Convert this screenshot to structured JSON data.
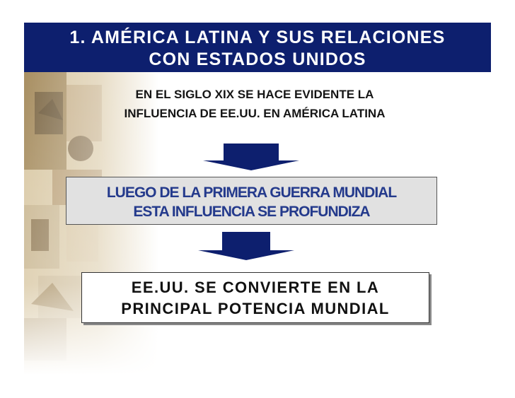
{
  "slide": {
    "title_line1": "1. AMÉRICA LATINA Y SUS RELACIONES",
    "title_line2": "CON ESTADOS UNIDOS",
    "intro_line1": "EN EL SIGLO XIX SE HACE EVIDENTE LA",
    "intro_line2": "INFLUENCIA DE EE.UU. EN AMÉRICA LATINA",
    "box1_line1": "LUEGO DE LA PRIMERA GUERRA MUNDIAL",
    "box1_line2": "ESTA INFLUENCIA SE PROFUNDIZA",
    "box2_line1": "EE.UU. SE CONVIERTE EN LA",
    "box2_line2": "PRINCIPAL POTENCIA MUNDIAL"
  },
  "colors": {
    "title_background": "#0d1f6e",
    "arrow": "#0d1f6e",
    "box1_text": "#243a8c",
    "box1_background": "#e1e1e1"
  }
}
